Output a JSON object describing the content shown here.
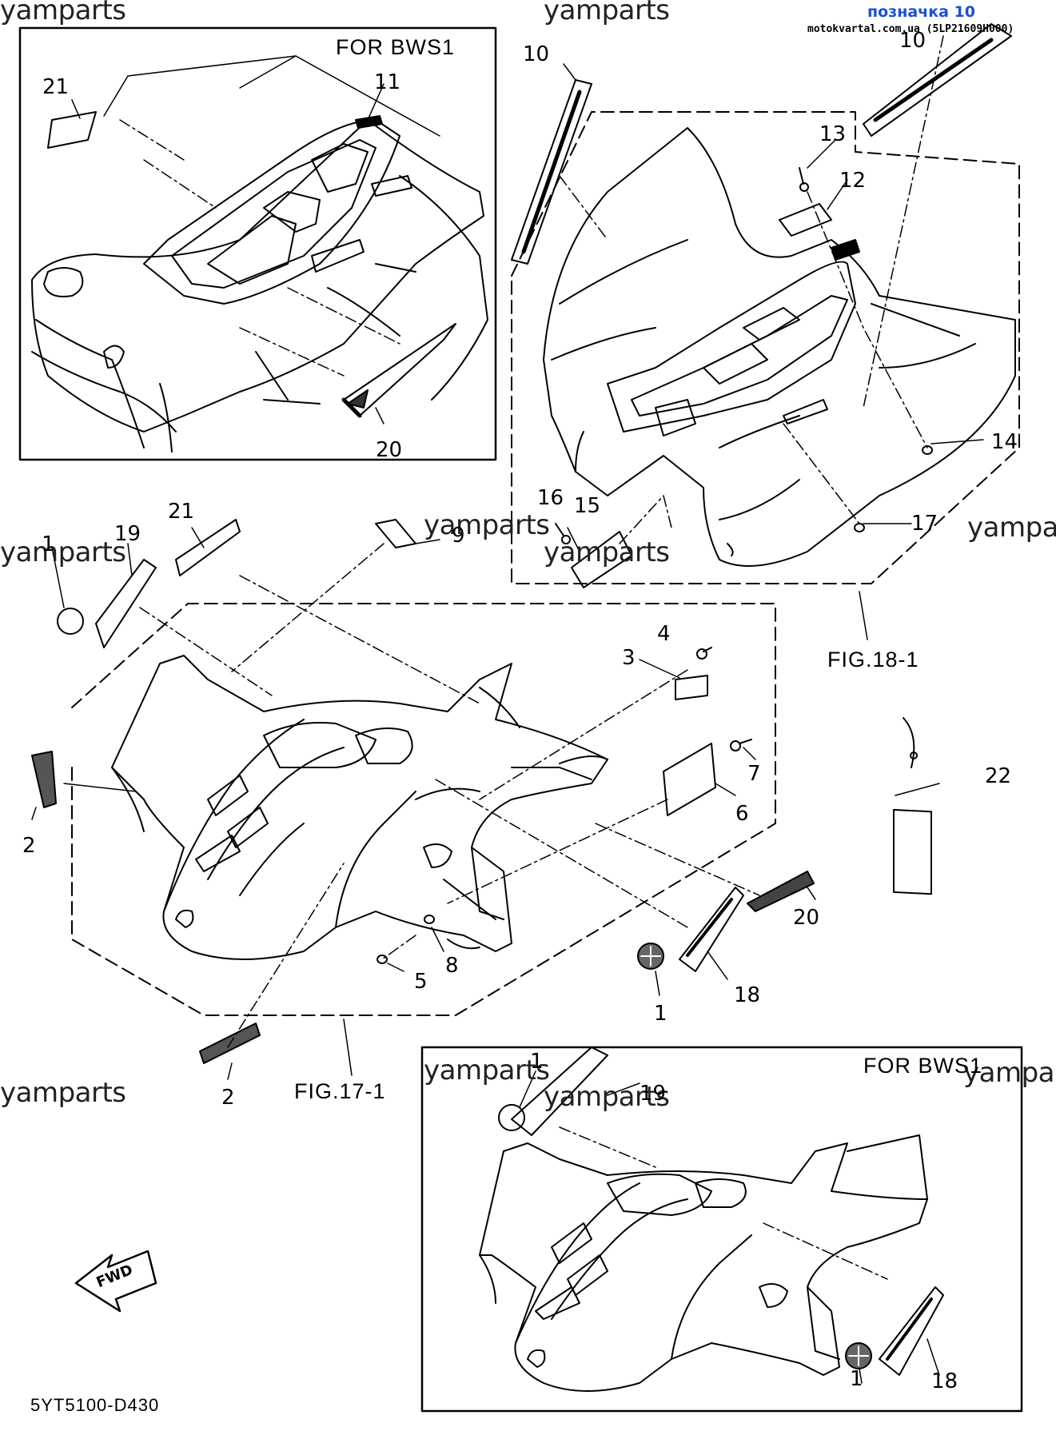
{
  "header": {
    "tag": "позначка 10",
    "source": "motokvartal.com.ua (5LP21609H000)"
  },
  "watermark": "yamparts",
  "insets": {
    "top_left_title": "FOR BWS1",
    "bottom_right_title": "FOR BWS1"
  },
  "figures": {
    "rear": "FIG.18-1",
    "front": "FIG.17-1"
  },
  "diagram_code": "5YT5100-D430",
  "fwd_arrow": "FWD",
  "callouts": {
    "c1a": "1",
    "c1b": "1",
    "c1c": "1",
    "c1d": "1",
    "c2a": "2",
    "c2b": "2",
    "c3": "3",
    "c4": "4",
    "c5": "5",
    "c6": "6",
    "c7": "7",
    "c8": "8",
    "c9": "9",
    "c10a": "10",
    "c10b": "10",
    "c11": "11",
    "c12": "12",
    "c13": "13",
    "c14": "14",
    "c15": "15",
    "c16": "16",
    "c17": "17",
    "c18a": "18",
    "c18b": "18",
    "c19a": "19",
    "c19b": "19",
    "c20a": "20",
    "c20b": "20",
    "c21a": "21",
    "c21b": "21",
    "c22": "22"
  }
}
